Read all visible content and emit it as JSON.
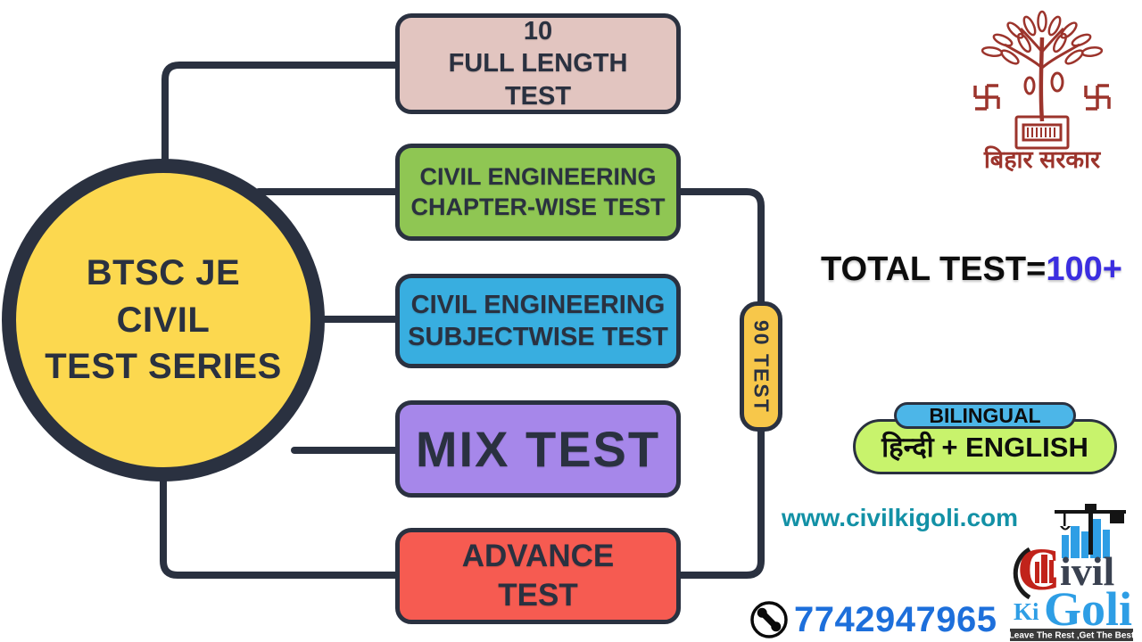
{
  "title_circle": {
    "line1": "BTSC JE",
    "line2": "CIVIL",
    "line3": "TEST SERIES"
  },
  "boxes": {
    "full_length": {
      "line1": "10",
      "line2": "FULL LENGTH",
      "line3": "TEST"
    },
    "chapter": {
      "line1": "CIVIL ENGINEERING",
      "line2": "CHAPTER-WISE TEST"
    },
    "subject": {
      "line1": "CIVIL ENGINEERING",
      "line2": "SUBJECTWISE TEST"
    },
    "mix": {
      "label": "MIX TEST"
    },
    "advance": {
      "line1": "ADVANCE",
      "line2": "TEST"
    }
  },
  "pill_90": {
    "label": "90 TEST"
  },
  "total_test": {
    "prefix": "TOTAL TEST=",
    "value": "100+"
  },
  "bilingual": {
    "badge": "BILINGUAL",
    "languages": "हिन्दी + ENGLISH"
  },
  "website": {
    "url": "www.civilkigoli.com"
  },
  "contact": {
    "phone": "7742947965"
  },
  "brand": {
    "civil_c": "C",
    "civil_rest": "ivil",
    "ki": "Ki",
    "goli": "Goli",
    "tagline": "Leave The Rest ,Get The Best"
  },
  "govt": {
    "caption": "बिहार सरकार"
  },
  "colors": {
    "outline_navy": "#2A3140",
    "circle_yellow": "#FCD84F",
    "box_pink": "#E2C5C0",
    "box_green": "#8FC653",
    "box_blue": "#38AEE0",
    "box_purple": "#A687EA",
    "box_red": "#F65B51",
    "pill_yellow": "#F7C74A",
    "total_value_blue": "#3B2EE0",
    "badge_blue": "#4CB6E8",
    "lang_pill_green": "#C8F36C",
    "website_teal": "#1391A6",
    "phone_blue": "#1D6FDB",
    "govt_maroon": "#9C342C",
    "brand_red": "#C1231B",
    "brand_blue": "#2E9EE5"
  }
}
